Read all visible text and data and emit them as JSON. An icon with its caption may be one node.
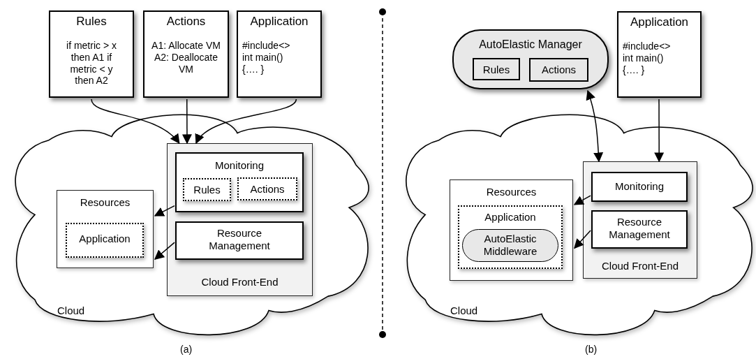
{
  "diagram": {
    "nodes": [
      {
        "text": [
          "Rules",
          "if metric > x then A1 if metric < y then A2"
        ]
      },
      {
        "text": [
          "Actions",
          "A1: Allocate VM A2: Deallocate VM"
        ]
      },
      {
        "text": [
          "Application",
          "#include<> int main() {…. }"
        ]
      },
      {
        "text": [
          "Cloud"
        ]
      },
      {
        "text": [
          "Resources"
        ],
        "in": 3
      },
      {
        "text": [
          "Application"
        ],
        "in": 4
      },
      {
        "text": [
          "Cloud Front-End"
        ],
        "in": 3
      },
      {
        "text": [
          "Monitoring"
        ],
        "in": 6
      },
      {
        "text": [
          "Rules"
        ],
        "in": 7
      },
      {
        "text": [
          "Actions"
        ],
        "in": 7
      },
      {
        "text": [
          "Resource Management"
        ],
        "in": 6
      },
      {
        "text": [
          "AutoElastic Manager"
        ]
      },
      {
        "text": [
          "Rules"
        ],
        "in": 11
      },
      {
        "text": [
          "Actions"
        ],
        "in": 11
      },
      {
        "text": [
          "Application",
          "#include<> int main() {…. }"
        ]
      },
      {
        "text": [
          "Cloud"
        ]
      },
      {
        "text": [
          "Resources"
        ],
        "in": 15
      },
      {
        "text": [
          "Application"
        ],
        "in": 16
      },
      {
        "text": [
          "AutoElastic Middleware"
        ],
        "in": 17
      },
      {
        "text": [
          "Cloud Front-End"
        ],
        "in": 15
      },
      {
        "text": [
          "Monitoring"
        ],
        "in": 19
      },
      {
        "text": [
          "Resource Management"
        ],
        "in": 19
      }
    ],
    "edges": [
      {
        "from": 0,
        "to": 6,
        "arrow": "to"
      },
      {
        "from": 1,
        "to": 6,
        "arrow": "to"
      },
      {
        "from": 2,
        "to": 6,
        "arrow": "to"
      },
      {
        "from": 7,
        "to": 4,
        "arrow": "to"
      },
      {
        "from": 10,
        "to": 4,
        "arrow": "to"
      },
      {
        "from": 11,
        "to": 19,
        "arrow": "both"
      },
      {
        "from": 14,
        "to": 19,
        "arrow": "to"
      },
      {
        "from": 20,
        "to": 16,
        "arrow": "to"
      },
      {
        "from": 21,
        "to": 16,
        "arrow": "to"
      }
    ],
    "labels": [
      "(a)",
      "(b)"
    ]
  }
}
